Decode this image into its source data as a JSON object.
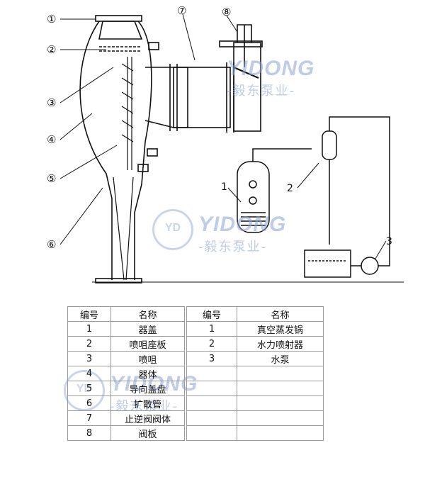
{
  "diagram": {
    "callouts_left": [
      "①",
      "②",
      "③",
      "④",
      "⑤",
      "⑥"
    ],
    "callouts_top": [
      "⑦",
      "⑧"
    ],
    "system_labels": [
      "1",
      "2",
      "3"
    ]
  },
  "watermark": {
    "brand_latin": "YIDONG",
    "brand_cn": "-毅东泵业-",
    "logo_mark": "YD"
  },
  "table": {
    "headers": [
      "编号",
      "名称",
      "编号",
      "名称"
    ],
    "rows": [
      [
        "1",
        "器盖",
        "1",
        "真空蒸发锅"
      ],
      [
        "2",
        "喷咀座板",
        "2",
        "水力喷射器"
      ],
      [
        "3",
        "喷咀",
        "3",
        "水泵"
      ],
      [
        "4",
        "器体",
        "",
        ""
      ],
      [
        "5",
        "导向盖盘",
        "",
        ""
      ],
      [
        "6",
        "扩散管",
        "",
        ""
      ],
      [
        "7",
        "止逆阀阀体",
        "",
        ""
      ],
      [
        "8",
        "阀板",
        "",
        ""
      ]
    ]
  },
  "colors": {
    "line": "#111111",
    "watermark": "#8aa4d4"
  }
}
